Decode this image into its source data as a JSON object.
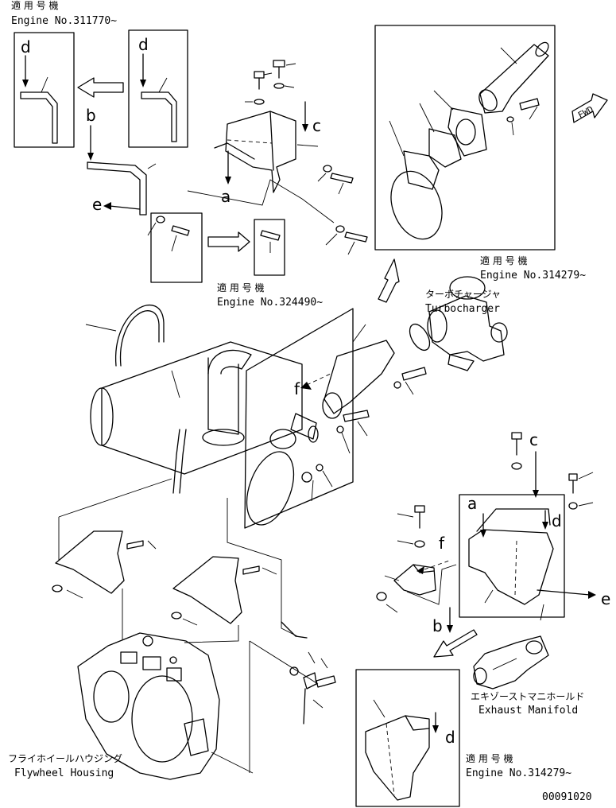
{
  "figure_code": "00091020",
  "notes": [
    {
      "jp": "適 用 号 機",
      "en": "Engine No.311770~"
    },
    {
      "jp": "適 用 号 機",
      "en": "Engine No.314279~"
    },
    {
      "jp": "適 用 号 機",
      "en": "Engine No.324490~"
    },
    {
      "jp": "適 用 号 機",
      "en": "Engine No.314279~"
    }
  ],
  "components": {
    "turbocharger": {
      "jp": "ターボチャージャ",
      "en": "Turbocharger"
    },
    "exhaust_manifold": {
      "jp": "エキゾーストマニホールド",
      "en": "Exhaust Manifold"
    },
    "flywheel_housing": {
      "jp": "フライホイールハウジング",
      "en": "Flywheel Housing"
    }
  },
  "fwd_label": "FWD",
  "letters": {
    "a": "a",
    "b": "b",
    "c": "c",
    "d": "d",
    "e": "e",
    "f": "f"
  }
}
